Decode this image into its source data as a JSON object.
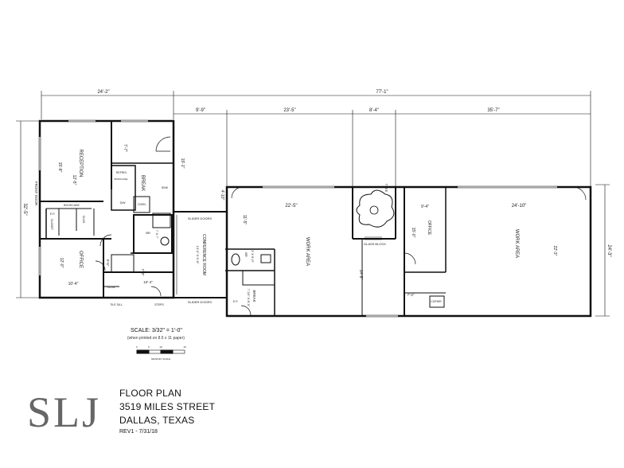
{
  "dimensions": {
    "total_width": "77'-1\"",
    "left_width": "24'-2\"",
    "seg_a": "9'-9\"",
    "seg_b": "23'-5\"",
    "seg_c": "8'-4\"",
    "seg_d": "35'-7\"",
    "left_height": "32'-5\"",
    "right_height": "24'-3\"",
    "reception_height": "19'-1\"",
    "small_jog": "4'-10\"",
    "work_a_width": "22'-5\"",
    "work_b_width": "24'-10\"",
    "work_b_height": "22'-3\"",
    "work_a_height": "14'-8\"",
    "office_r_width": "9'-4\"",
    "conf_height": "11'-5\""
  },
  "rooms": {
    "reception": "RECEPTION",
    "reception_dims": "15'-8\"",
    "reception_dims2": "12'-5\"",
    "break1": "BREAK",
    "break1_dims": "7'-7\"",
    "refrig": "REFRIG.",
    "sink": "SINK",
    "dw": "D/W",
    "oven": "OVEN",
    "bookcase_top": "BOOKCASE",
    "bookcase_left": "BOOKCASE",
    "front_door": "FRONT DOOR",
    "closet": "CLOSET",
    "clos1": "CLOS.",
    "clos2": "CLOS.",
    "ep1": "E.P.",
    "office_left": "OFFICE",
    "office_left_dims": "12'-0\"",
    "office_left_w": "10'-4\"",
    "br1": "BR",
    "br1_dims": "7' X 7'",
    "hall_dims": "9'-5\"",
    "hall2": "7'-8\"",
    "hall3": "10'-4\"",
    "conference": "CONFERENCE ROOM",
    "conference_dims": "14'-0\" X 9'-6\"",
    "slider_top": "SLIDER DOORS",
    "slider_bottom": "SLIDER DOORS",
    "tile_sill": "TILE SILL",
    "steps": "STEPS",
    "work_a": "WORK AREA",
    "br2": "BR",
    "br2_dims": "3' X 6'-0\"",
    "break2": "BREAK",
    "break2_dims": "7'-10\" X 8'-0\"",
    "ep2": "E.P.",
    "tree": "TREE",
    "glass_block": "GLASS BLOCK",
    "office_right": "OFFICE",
    "office_right_dims": "15'-0\"",
    "work_b": "WORK AREA",
    "copier": "COPIER",
    "copier_dims": "7'-2\""
  },
  "scale": {
    "label": "SCALE: 3/32\" = 1'-0\"",
    "note": "(when printed on 8.5 x 11 paper)",
    "graphic": "GRAPHIC SCALE",
    "ticks": [
      "0",
      "5",
      "10",
      "15"
    ]
  },
  "title_block": {
    "logo": "SLJ",
    "line1": "FLOOR PLAN",
    "line2": "3519 MILES STREET",
    "line3": "DALLAS, TEXAS",
    "rev": "REV1 - 7/31/18"
  }
}
